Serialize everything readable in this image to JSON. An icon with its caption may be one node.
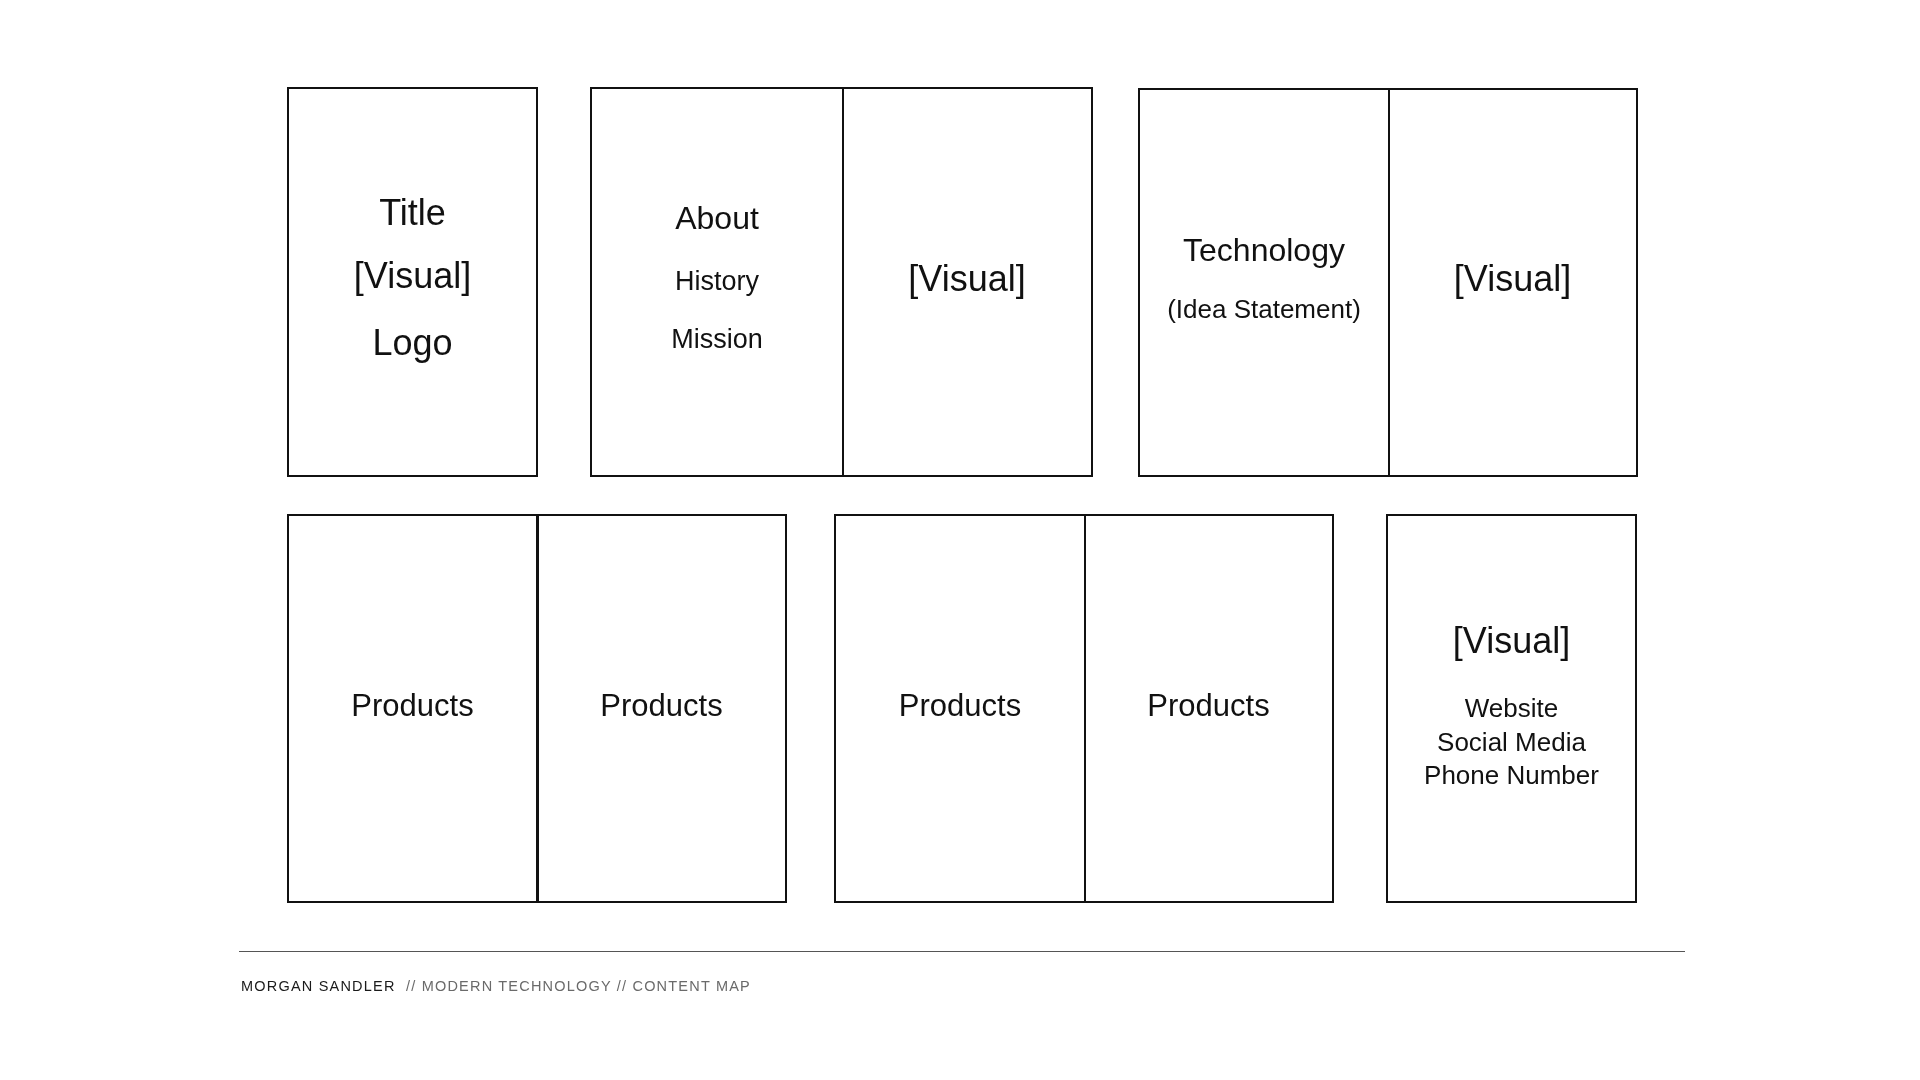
{
  "diagram": {
    "nodes": [
      {
        "text": [
          "Title",
          "[Visual]",
          "Logo"
        ]
      },
      {
        "text": [
          "About",
          "History",
          "Mission"
        ]
      },
      {
        "text": [
          "[Visual]"
        ]
      },
      {
        "text": [
          "Technology",
          "(Idea Statement)"
        ]
      },
      {
        "text": [
          "[Visual]"
        ]
      },
      {
        "text": [
          "Products"
        ]
      },
      {
        "text": [
          "Products"
        ]
      },
      {
        "text": [
          "Products"
        ]
      },
      {
        "text": [
          "Products"
        ]
      },
      {
        "text": [
          "[Visual]",
          "Website",
          "Social Media",
          "Phone Number"
        ]
      }
    ],
    "labels": [
      "MORGAN SANDLER",
      "// MODERN TECHNOLOGY // CONTENT MAP"
    ]
  }
}
